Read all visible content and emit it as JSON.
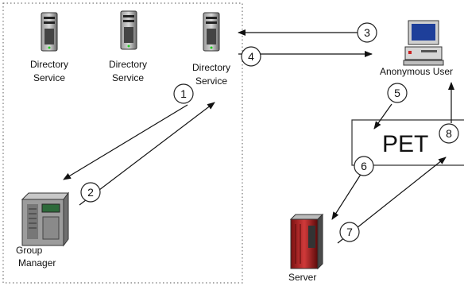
{
  "nodes": {
    "directory_service_1": {
      "label_line1": "Directory",
      "label_line2": "Service"
    },
    "directory_service_2": {
      "label_line1": "Directory",
      "label_line2": "Service"
    },
    "directory_service_3": {
      "label_line1": "Directory",
      "label_line2": "Service"
    },
    "anonymous_user": {
      "label": "Anonymous User"
    },
    "group_manager": {
      "label_line1": "Group",
      "label_line2": "Manager"
    },
    "server": {
      "label": "Server"
    },
    "pet": {
      "label": "PET"
    }
  },
  "steps": [
    "1",
    "2",
    "3",
    "4",
    "5",
    "6",
    "7",
    "8"
  ]
}
